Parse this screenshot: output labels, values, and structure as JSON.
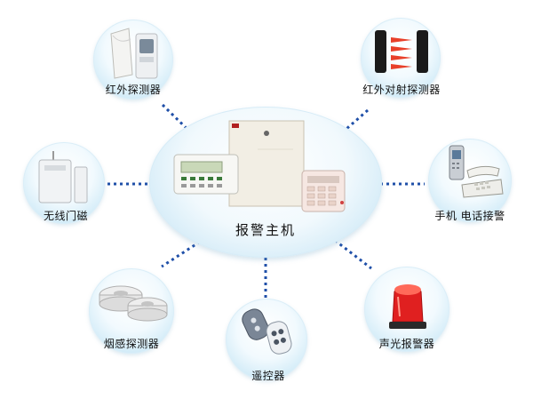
{
  "center": {
    "label": "报警主机"
  },
  "nodes": {
    "infrared_detector": "红外探测器",
    "beam_detector": "红外对射探测器",
    "door_magnet": "无线门磁",
    "phone": "手机  电话接警",
    "smoke_detector": "烟感探测器",
    "remote": "遥控器",
    "siren": "声光报警器"
  },
  "colors": {
    "connector": "#1f4fa8",
    "node_fill": "#cfeaf7",
    "siren_red": "#e02020"
  },
  "icons": {
    "infrared_detector": "pir-sensor-icon",
    "beam_detector": "beam-sensor-icon",
    "door_magnet": "door-contact-icon",
    "phone": "phone-icon",
    "smoke_detector": "smoke-detector-icon",
    "remote": "remote-control-icon",
    "siren": "strobe-siren-icon",
    "center": "alarm-panel-icon"
  }
}
